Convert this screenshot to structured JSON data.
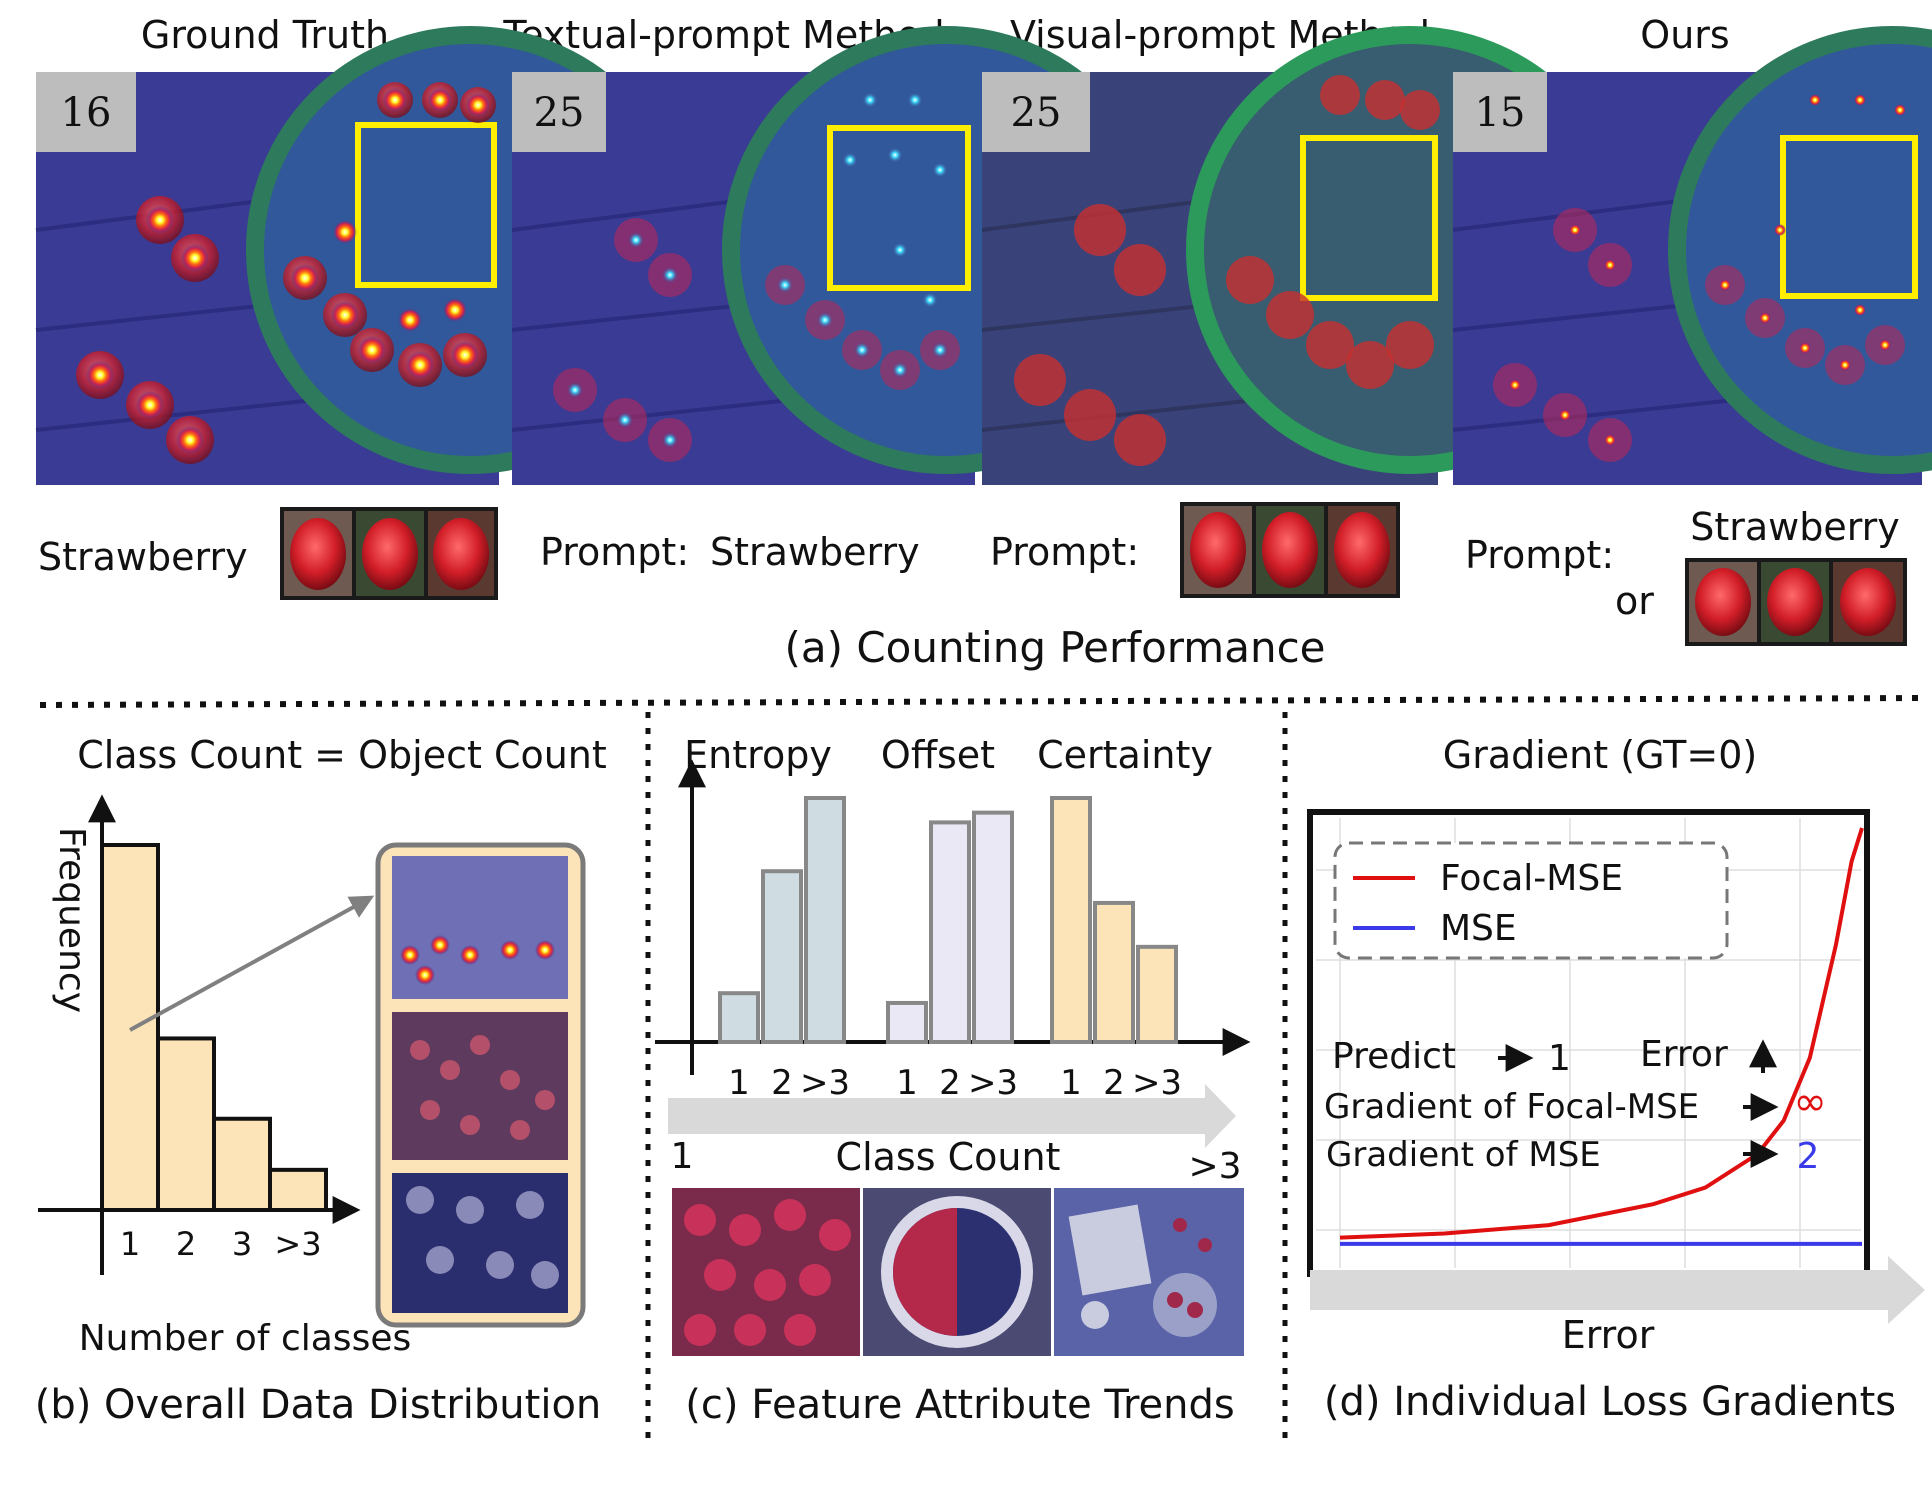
{
  "panel_a": {
    "columns": [
      {
        "title": "Ground Truth",
        "count": "16"
      },
      {
        "title": "Textual-prompt Method",
        "count": "25"
      },
      {
        "title": "Visual-prompt Method",
        "count": "25"
      },
      {
        "title": "Ours",
        "count": "15"
      }
    ],
    "prompts": {
      "gt_label": "Strawberry",
      "textual_prefix": "Prompt:",
      "textual_word": "Strawberry",
      "visual_prefix": "Prompt:",
      "ours_prefix": "Prompt:",
      "ours_word": "Strawberry",
      "ours_or": "or"
    },
    "caption": "(a) Counting Performance"
  },
  "panel_b": {
    "title": "Class Count = Object Count",
    "ylabel": "Frequency",
    "xlabel": "Number of classes",
    "caption": "(b) Overall Data Distribution"
  },
  "panel_c": {
    "group_labels": [
      "Entropy",
      "Offset",
      "Certainty"
    ],
    "arrow_left": "1",
    "arrow_right": ">3",
    "axis_label": "Class Count",
    "caption": "(c) Feature Attribute Trends"
  },
  "panel_d": {
    "title": "Gradient (GT=0)",
    "legend": [
      "Focal-MSE",
      "MSE"
    ],
    "line_predict": "Predict",
    "predict_value": "1",
    "line_error": "Error",
    "line_grad_focal": "Gradient of Focal-MSE",
    "focal_value": "∞",
    "line_grad_mse": "Gradient of MSE",
    "mse_value": "2",
    "xlabel": "Error",
    "caption": "(d) Individual Loss Gradients"
  },
  "chart_data": [
    {
      "type": "bar",
      "categories": [
        "1",
        "2",
        "3",
        ">3"
      ],
      "values": [
        1.0,
        0.47,
        0.25,
        0.11
      ],
      "ylabel": "Frequency",
      "xlabel": "Number of classes",
      "title": "Class Count = Object Count"
    },
    {
      "type": "bar",
      "categories": [
        "1",
        "2",
        ">3"
      ],
      "series": [
        {
          "name": "Entropy",
          "values": [
            0.2,
            0.7,
            1.0
          ]
        },
        {
          "name": "Offset",
          "values": [
            0.16,
            0.9,
            0.94
          ]
        },
        {
          "name": "Certainty",
          "values": [
            1.0,
            0.57,
            0.39
          ]
        }
      ]
    },
    {
      "type": "line",
      "title": "Gradient (GT=0)",
      "xlabel": "Error",
      "series": [
        {
          "name": "Focal-MSE",
          "color": "#e01010",
          "x": [
            0,
            0.2,
            0.4,
            0.6,
            0.7,
            0.8,
            0.85,
            0.9,
            0.95,
            0.98,
            1.0
          ],
          "y": [
            0.02,
            0.03,
            0.05,
            0.1,
            0.14,
            0.22,
            0.3,
            0.45,
            0.72,
            0.92,
            1.0
          ]
        },
        {
          "name": "MSE",
          "color": "#3a3ae8",
          "x": [
            0,
            1.0
          ],
          "y": [
            0.005,
            0.005
          ]
        }
      ]
    }
  ],
  "colors": {
    "heat_bg": "#3a3b94",
    "yellow_box": "#ffee00",
    "bar_b": "#fde4b8",
    "entropy": "#cfdde2",
    "offset": "#eae8f5",
    "certainty": "#fde4b8",
    "focal": "#e01010",
    "mse": "#3a3ae8"
  }
}
